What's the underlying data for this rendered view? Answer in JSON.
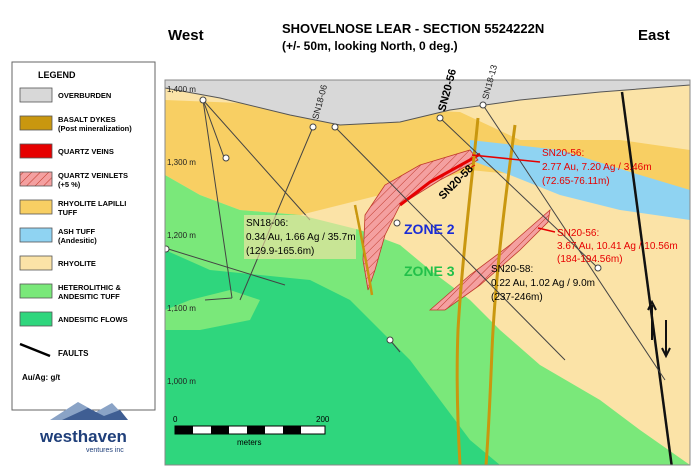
{
  "header": {
    "title": "SHOVELNOSE LEAR - SECTION 5524222N",
    "subtitle": "(+/- 50m, looking North, 0 deg.)",
    "west": "West",
    "east": "East"
  },
  "legend": {
    "title": "LEGEND",
    "items": [
      {
        "lines": [
          "OVERBURDEN"
        ],
        "color": "#d8d8d8"
      },
      {
        "lines": [
          "BASALT DYKES",
          "(Post mineralization)"
        ],
        "color": "#c9970f"
      },
      {
        "lines": [
          "QUARTZ VEINS"
        ],
        "color": "#e60000"
      },
      {
        "lines": [
          "QUARTZ VEINLETS",
          "(+5 %)"
        ],
        "color": "#f4a0a0"
      },
      {
        "lines": [
          "RHYOLITE LAPILLI",
          "TUFF"
        ],
        "color": "#f8cf63"
      },
      {
        "lines": [
          "ASH TUFF",
          "(Andesitic)"
        ],
        "color": "#8fd3f2"
      },
      {
        "lines": [
          "RHYOLITE"
        ],
        "color": "#fbe3a7"
      },
      {
        "lines": [
          "HETEROLITHIC &",
          "ANDESITIC TUFF"
        ],
        "color": "#7ae87a"
      },
      {
        "lines": [
          "ANDESITIC FLOWS"
        ],
        "color": "#2fd67d"
      }
    ],
    "faults": "FAULTS",
    "units": "Au/Ag: g/t"
  },
  "logo": {
    "name": "westhaven",
    "sub": "ventures inc"
  },
  "elevations": [
    "1,400 m",
    "1,300 m",
    "1,200 m",
    "1,100 m",
    "1,000 m"
  ],
  "drillholes": {
    "sn18_06": "SN18-06",
    "sn20_56": "SN20-56",
    "sn18_13": "SN18-13",
    "sn20_58": "SN20-58"
  },
  "zones": {
    "zone2": "ZONE 2",
    "zone3": "ZONE 3"
  },
  "intercepts": {
    "sn18_06": [
      "SN18-06:",
      "0.34 Au, 1.66 Ag / 35.7m",
      "(129.9-165.6m)"
    ],
    "sn20_56_a": [
      "SN20-56:",
      "2.77 Au, 7.20 Ag / 3.46m",
      "(72.65-76.11m)"
    ],
    "sn20_56_b": [
      "SN20-56:",
      "3.67 Au, 10.41 Ag / 10.56m",
      "(184-194.56m)"
    ],
    "sn20_58": [
      "SN20-58:",
      "0.22 Au, 1.02 Ag / 9.0m",
      "(237-246m)"
    ]
  },
  "scale": {
    "start": "0",
    "end": "200",
    "unit": "meters"
  }
}
